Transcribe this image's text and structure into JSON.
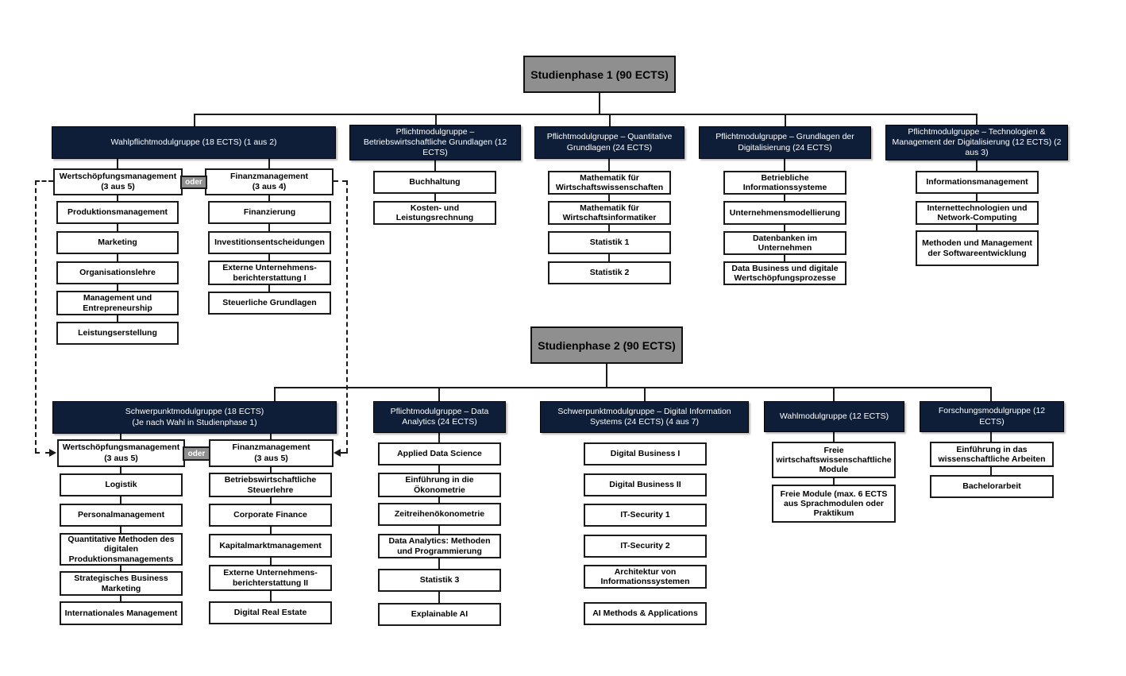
{
  "colors": {
    "navy": "#0e1e38",
    "gray": "#8f8f8f",
    "line": "#1a1a1a"
  },
  "phases": [
    {
      "title": "Studienphase 1 (90 ECTS)",
      "groups": [
        {
          "title": "Wahlpflichtmodulgruppe (18 ECTS) (1 aus 2)",
          "choice_label": "oder",
          "subgroups": [
            {
              "title": "Wertschöpfungsmanagement",
              "subtitle": "(3 aus 5)",
              "modules": [
                "Produktionsmanagement",
                "Marketing",
                "Organisationslehre",
                "Management und Entrepreneurship",
                "Leistungserstellung"
              ]
            },
            {
              "title": "Finanzmanagement",
              "subtitle": "(3 aus 4)",
              "modules": [
                "Finanzierung",
                "Investitionsentscheidungen",
                "Externe Unternehmens-berichterstattung I",
                "Steuerliche Grundlagen"
              ]
            }
          ]
        },
        {
          "title": "Pflichtmodulgruppe – Betriebswirtschaftliche Grundlagen (12 ECTS)",
          "modules": [
            "Buchhaltung",
            "Kosten- und Leistungsrechnung"
          ]
        },
        {
          "title": "Pflichtmodulgruppe – Quantitative Grundlagen (24 ECTS)",
          "modules": [
            "Mathematik für Wirtschaftswissenschaften",
            "Mathematik für Wirtschaftsinformatiker",
            "Statistik 1",
            "Statistik 2"
          ]
        },
        {
          "title": "Pflichtmodulgruppe – Grundlagen der Digitalisierung (24 ECTS)",
          "modules": [
            "Betriebliche Informationssysteme",
            "Unternehmensmodellierung",
            "Datenbanken im Unternehmen",
            "Data Business und digitale Wertschöpfungsprozesse"
          ]
        },
        {
          "title": "Pflichtmodulgruppe – Technologien & Management der Digitalisierung (12 ECTS) (2 aus 3)",
          "modules": [
            "Informationsmanagement",
            "Internettechnologien und Network-Computing",
            "Methoden und Management der Softwareentwicklung"
          ]
        }
      ]
    },
    {
      "title": "Studienphase 2 (90 ECTS)",
      "groups": [
        {
          "title": "Schwerpunktmodulgruppe (18 ECTS)",
          "subtitle": "(Je nach Wahl in Studienphase 1)",
          "choice_label": "oder",
          "subgroups": [
            {
              "title": "Wertschöpfungsmanagement",
              "subtitle": "(3 aus 5)",
              "modules": [
                "Logistik",
                "Personalmanagement",
                "Quantitative Methoden des digitalen Produktionsmanagements",
                "Strategisches Business Marketing",
                "Internationales Management"
              ]
            },
            {
              "title": "Finanzmanagement",
              "subtitle": "(3 aus 5)",
              "modules": [
                "Betriebswirtschaftliche Steuerlehre",
                "Corporate Finance",
                "Kapitalmarktmanagement",
                "Externe Unternehmens-berichterstattung II",
                "Digital Real Estate"
              ]
            }
          ]
        },
        {
          "title": "Pflichtmodulgruppe – Data Analytics (24 ECTS)",
          "modules": [
            "Applied Data Science",
            "Einführung in die Ökonometrie",
            "Zeitreihenökonometrie",
            "Data Analytics: Methoden und Programmierung",
            "Statistik 3",
            "Explainable AI"
          ]
        },
        {
          "title": "Schwerpunktmodulgruppe – Digital Information Systems (24 ECTS) (4 aus 7)",
          "modules": [
            "Digital Business I",
            "Digital Business II",
            "IT-Security 1",
            "IT-Security 2",
            "Architektur von Informationssystemen",
            "AI Methods & Applications"
          ]
        },
        {
          "title": "Wahlmodulgruppe (12 ECTS)",
          "modules": [
            "Freie wirtschaftswissenschaftliche Module",
            "Freie Module (max. 6 ECTS aus Sprachmodulen oder Praktikum"
          ]
        },
        {
          "title": "Forschungsmodulgruppe (12 ECTS)",
          "modules": [
            "Einführung in das wissenschaftliche Arbeiten",
            "Bachelorarbeit"
          ]
        }
      ]
    }
  ]
}
